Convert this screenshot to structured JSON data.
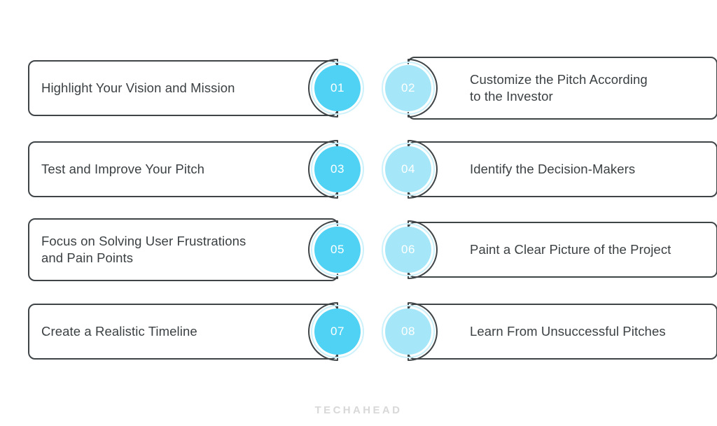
{
  "theme": {
    "background": "#ffffff",
    "box_border": "#3f4447",
    "text_color": "#3b4043",
    "badge_left_fill": "#4fd2f3",
    "badge_right_fill": "#a5e7f8",
    "badge_ring": "#cdf1fb",
    "badge_text": "#ffffff",
    "footer_color": "#d8d8d8"
  },
  "items": [
    {
      "number": "01",
      "label": "Highlight Your Vision and Mission",
      "side": "left",
      "lines": 1
    },
    {
      "number": "02",
      "label": "Customize the Pitch According\nto the Investor",
      "side": "right",
      "lines": 2
    },
    {
      "number": "03",
      "label": "Test and Improve Your Pitch",
      "side": "left",
      "lines": 1
    },
    {
      "number": "04",
      "label": "Identify the Decision-Makers",
      "side": "right",
      "lines": 1
    },
    {
      "number": "05",
      "label": "Focus on Solving User Frustrations\nand Pain Points",
      "side": "left",
      "lines": 2
    },
    {
      "number": "06",
      "label": "Paint a Clear Picture of the Project",
      "side": "right",
      "lines": 1
    },
    {
      "number": "07",
      "label": "Create a Realistic Timeline",
      "side": "left",
      "lines": 1
    },
    {
      "number": "08",
      "label": "Learn From Unsuccessful Pitches",
      "side": "right",
      "lines": 1
    }
  ],
  "footer": {
    "brand": "TECHAHEAD"
  }
}
